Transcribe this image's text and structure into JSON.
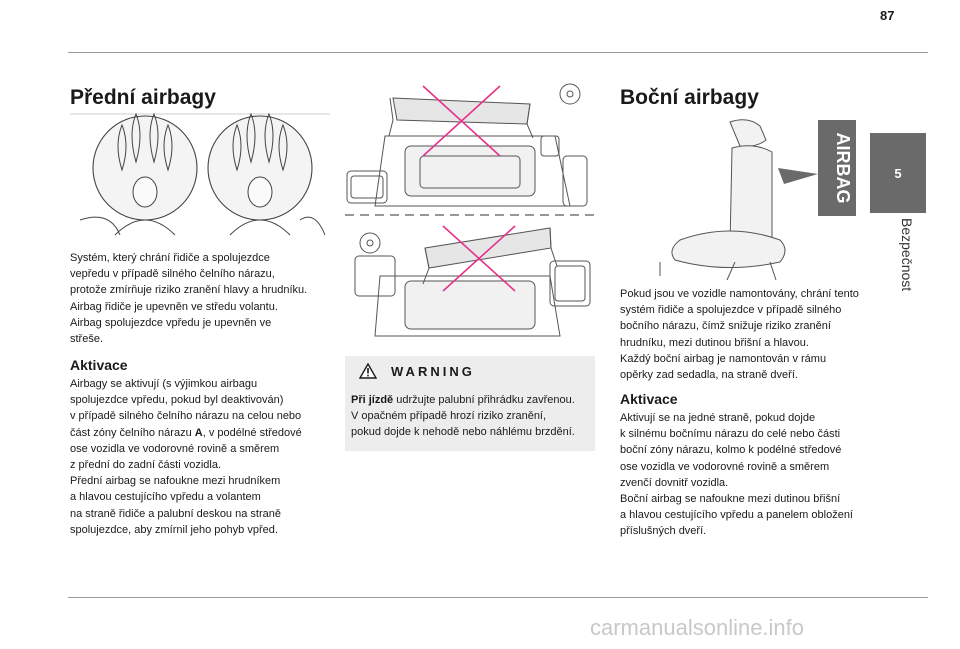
{
  "page": {
    "number": "87"
  },
  "chapter": {
    "number": "5",
    "title": "Bezpečnost",
    "badge": "AIRBAG"
  },
  "left": {
    "title": "Přední airbagy",
    "intro": [
      "Systém, který chrání řidiče a spolujezdce",
      "vepředu v případě silného čelního nárazu,",
      "protože zmírňuje riziko zranění hlavy a hrudníku.",
      "Airbag řidiče je upevněn ve středu volantu.",
      "Airbag spolujezdce vpředu je upevněn ve",
      "střeše."
    ],
    "section_title": "Aktivace",
    "activation": [
      "Airbagy se aktivují (s výjimkou airbagu",
      "spolujezdce vpředu, pokud byl deaktivován)",
      "v případě silného čelního nárazu na celou nebo",
      "část zóny čelního nárazu ",
      ", v podélné středové",
      "ose vozidla ve vodorovné rovině a směrem",
      "z přední do zadní části vozidla.",
      "Přední airbag se nafoukne mezi hrudníkem",
      "a hlavou cestujícího vpředu a volantem",
      "na straně řidiče a palubní deskou na straně",
      "spolujezdce, aby zmírnil jeho pohyb vpřed."
    ],
    "zone_letter": "A"
  },
  "warning": {
    "title": "WARNING",
    "bold_lead": "Při jízdě",
    "lines": [
      " udržujte palubní přihrádku zavřenou.",
      "V opačném případě hrozí riziko zranění,",
      "pokud dojde k nehodě nebo náhlému brzdění."
    ]
  },
  "right": {
    "title": "Boční airbagy",
    "intro": [
      "Pokud jsou ve vozidle namontovány, chrání tento",
      "systém řidiče a spolujezdce v případě silného",
      "bočního nárazu, čímž snižuje riziko zranění",
      "hrudníku, mezi dutinou břišní a hlavou.",
      "Každý boční airbag je namontován v rámu",
      "opěrky zad sedadla, na straně dveří."
    ],
    "section_title": "Aktivace",
    "activation": [
      "Aktivují se na jedné straně, pokud dojde",
      "k silnému bočnímu nárazu do celé nebo části",
      "boční zóny nárazu, kolmo k podélné středové",
      "ose vozidla ve vodorovné rovině a směrem",
      "zvenčí dovnitř vozidla.",
      "Boční airbag se nafoukne mezi dutinou břišní",
      "a hlavou cestujícího vpředu a panelem obložení",
      "příslušných dveří."
    ]
  },
  "watermark": {
    "text": "carmanualsonline.info"
  },
  "colors": {
    "cross": "#e8308a",
    "tab": "#6a6a6a",
    "warning_bg": "#ededed"
  }
}
